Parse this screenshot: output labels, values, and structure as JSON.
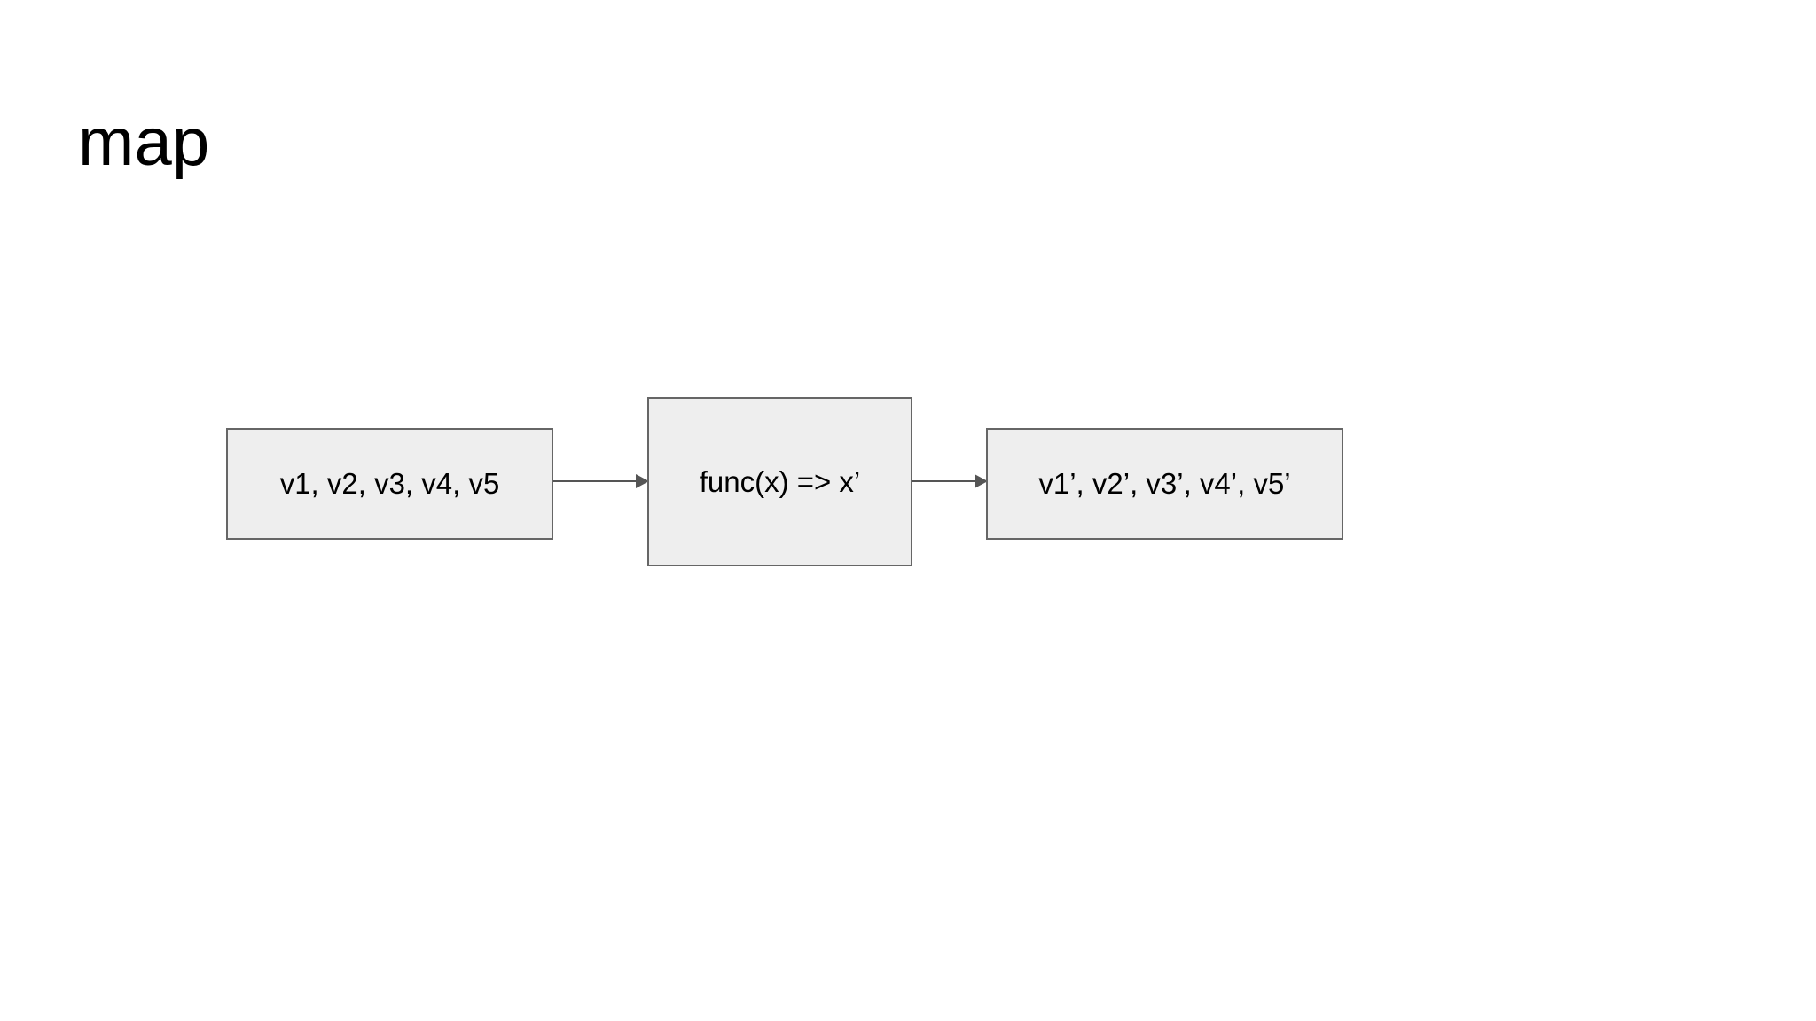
{
  "slide": {
    "title": "map",
    "background_color": "#ffffff"
  },
  "diagram": {
    "type": "flow",
    "orientation": "left-to-right",
    "node_fill_color": "#eeeeee",
    "node_border_color": "#666666",
    "connector_color": "#555555",
    "text_color": "#000000",
    "nodes": [
      {
        "id": "input",
        "label": "v1, v2, v3, v4, v5",
        "role": "input-collection"
      },
      {
        "id": "func",
        "label": "func(x) => x’",
        "role": "transform-function"
      },
      {
        "id": "output",
        "label": "v1’, v2’, v3’, v4’, v5’",
        "role": "output-collection"
      }
    ],
    "connectors": [
      {
        "id": "input-to-func",
        "from": "input",
        "to": "func",
        "style": "solid-arrow"
      },
      {
        "id": "func-to-output",
        "from": "func",
        "to": "output",
        "style": "solid-arrow"
      }
    ]
  }
}
